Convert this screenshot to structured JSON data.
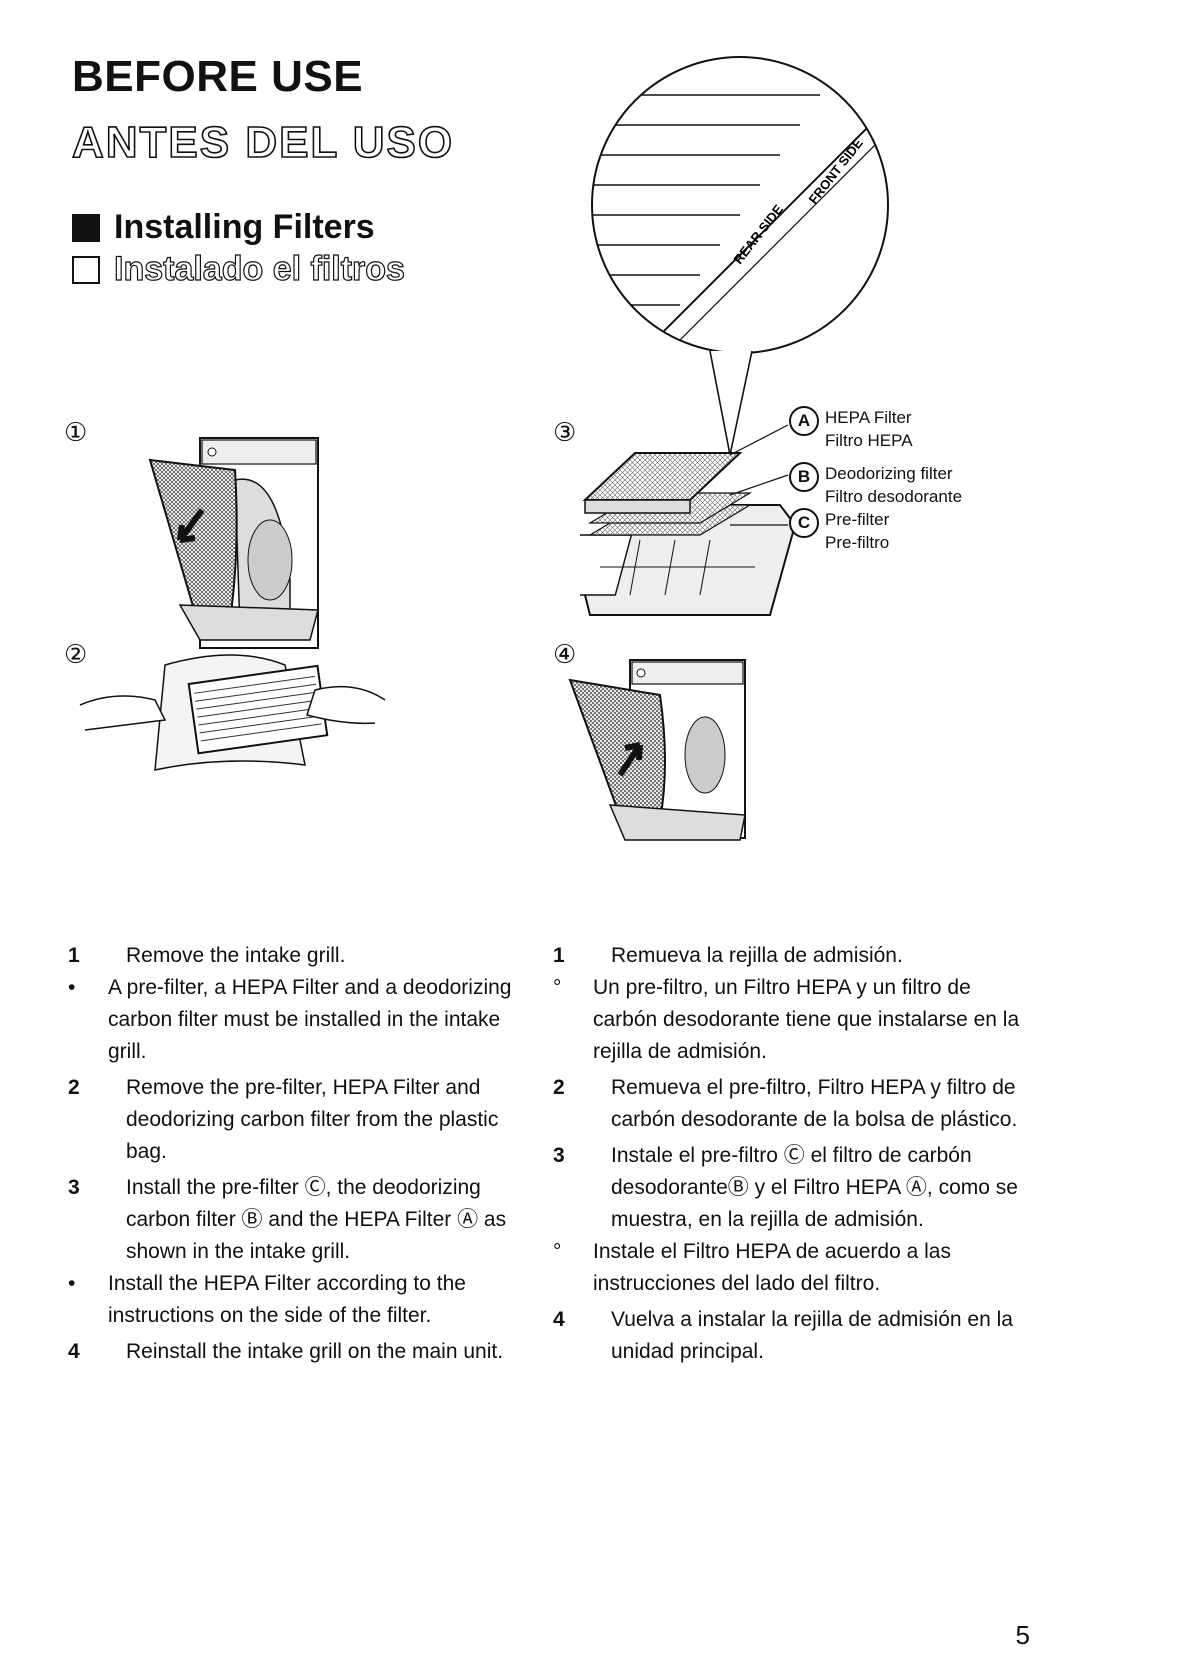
{
  "header": {
    "title_en": "BEFORE USE",
    "title_es": "ANTES DEL USO"
  },
  "section": {
    "title_en": "Installing Filters",
    "title_es": "Instalado el filtros"
  },
  "figures": {
    "step_markers": [
      "①",
      "②",
      "③",
      "④"
    ],
    "filter_side_labels": [
      "REAR SIDE",
      "FRONT SIDE"
    ],
    "callouts": [
      {
        "letter": "A",
        "label_en": "HEPA Filter",
        "label_es": "Filtro HEPA"
      },
      {
        "letter": "B",
        "label_en": "Deodorizing filter",
        "label_es": "Filtro desodorante"
      },
      {
        "letter": "C",
        "label_en": "Pre-filter",
        "label_es": "Pre-filtro"
      }
    ]
  },
  "instructions_en": [
    {
      "marker": "1",
      "text": "Remove the intake grill."
    },
    {
      "marker": "•",
      "text": "A pre-filter, a HEPA Filter and a deodorizing carbon filter must be installed in the intake grill."
    },
    {
      "marker": "2",
      "text": "Remove the pre-filter, HEPA Filter and deodorizing carbon filter from the plastic bag."
    },
    {
      "marker": "3",
      "text": "Install the pre-filter Ⓒ, the deodorizing carbon filter Ⓑ and the HEPA Filter Ⓐ as shown in the intake grill."
    },
    {
      "marker": "•",
      "text": "Install the HEPA Filter according to the instructions on the side of the filter."
    },
    {
      "marker": "4",
      "text": "Reinstall the intake grill on the main unit."
    }
  ],
  "instructions_es": [
    {
      "marker": "1",
      "text": "Remueva la rejilla de admisión."
    },
    {
      "marker": "°",
      "text": "Un pre-filtro, un Filtro HEPA y un filtro de carbón desodorante tiene que instalarse en la rejilla de admisión."
    },
    {
      "marker": "2",
      "text": "Remueva el pre-filtro, Filtro HEPA y filtro de carbón desodorante de la bolsa de plástico."
    },
    {
      "marker": "3",
      "text": "Instale el pre-filtro Ⓒ el filtro de carbón desodoranteⒷ y el Filtro HEPA Ⓐ, como se muestra, en la rejilla de admisión."
    },
    {
      "marker": "°",
      "text": "Instale el Filtro HEPA de acuerdo a las instrucciones del lado del filtro."
    },
    {
      "marker": "4",
      "text": "Vuelva a instalar la rejilla de admisión en la unidad principal."
    }
  ],
  "page_number": "5"
}
